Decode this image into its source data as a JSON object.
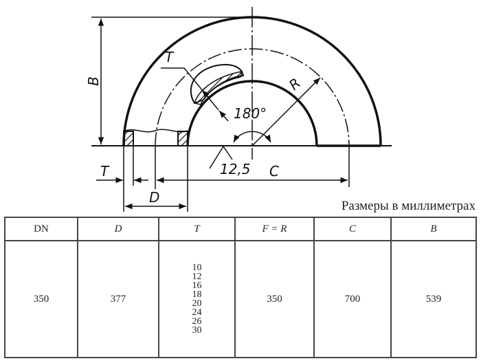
{
  "drawing": {
    "labels": {
      "B": "B",
      "T_top": "T",
      "R": "R",
      "angle": "180°",
      "chamfer": "12,5",
      "C": "C",
      "T_bottom": "T",
      "D": "D"
    }
  },
  "units_caption": "Размеры в миллиметрах",
  "table": {
    "headers": [
      "DN",
      "D",
      "T",
      "F = R",
      "C",
      "B"
    ],
    "row": {
      "DN": "350",
      "D": "377",
      "T": [
        "10",
        "12",
        "16",
        "18",
        "20",
        "24",
        "26",
        "30"
      ],
      "F_R": "350",
      "C": "700",
      "B": "539"
    }
  }
}
